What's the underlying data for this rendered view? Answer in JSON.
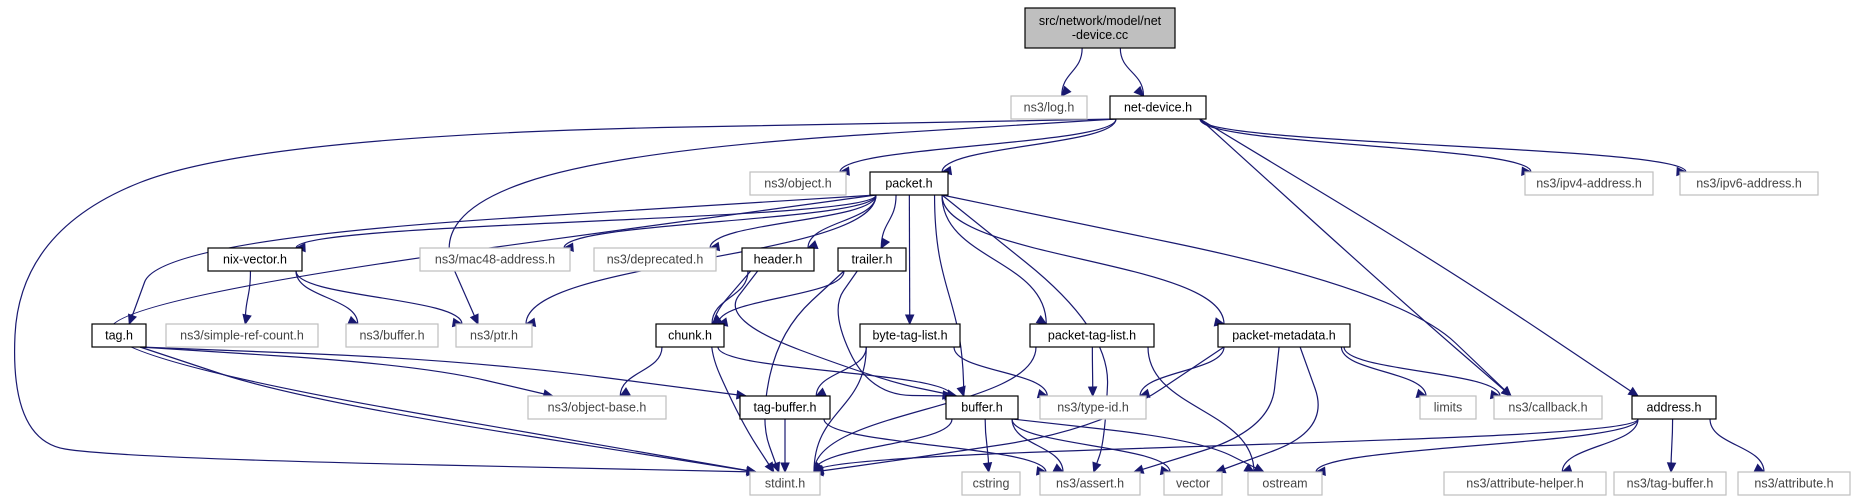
{
  "colors": {
    "edge": "#191970",
    "root_fill": "#bfbfbf",
    "internal_stroke": "#000000",
    "external_stroke": "#bfbfbf",
    "external_text": "#444444",
    "background": "#ffffff"
  },
  "nodes": {
    "root": {
      "lines": [
        "src/network/model/net",
        "-device.cc"
      ],
      "kind": "root"
    },
    "ns3_log_h": {
      "lines": [
        "ns3/log.h"
      ],
      "kind": "external"
    },
    "net_device_h": {
      "lines": [
        "net-device.h"
      ],
      "kind": "internal"
    },
    "ns3_object_h": {
      "lines": [
        "ns3/object.h"
      ],
      "kind": "external"
    },
    "packet_h": {
      "lines": [
        "packet.h"
      ],
      "kind": "internal"
    },
    "ns3_ipv4_address_h": {
      "lines": [
        "ns3/ipv4-address.h"
      ],
      "kind": "external"
    },
    "ns3_ipv6_address_h": {
      "lines": [
        "ns3/ipv6-address.h"
      ],
      "kind": "external"
    },
    "nix_vector_h": {
      "lines": [
        "nix-vector.h"
      ],
      "kind": "internal"
    },
    "ns3_mac48_address_h": {
      "lines": [
        "ns3/mac48-address.h"
      ],
      "kind": "external"
    },
    "ns3_deprecated_h": {
      "lines": [
        "ns3/deprecated.h"
      ],
      "kind": "external"
    },
    "header_h": {
      "lines": [
        "header.h"
      ],
      "kind": "internal"
    },
    "trailer_h": {
      "lines": [
        "trailer.h"
      ],
      "kind": "internal"
    },
    "tag_h": {
      "lines": [
        "tag.h"
      ],
      "kind": "internal"
    },
    "ns3_simple_ref_count_h": {
      "lines": [
        "ns3/simple-ref-count.h"
      ],
      "kind": "external"
    },
    "ns3_buffer_h": {
      "lines": [
        "ns3/buffer.h"
      ],
      "kind": "external"
    },
    "ns3_ptr_h": {
      "lines": [
        "ns3/ptr.h"
      ],
      "kind": "external"
    },
    "chunk_h": {
      "lines": [
        "chunk.h"
      ],
      "kind": "internal"
    },
    "byte_tag_list_h": {
      "lines": [
        "byte-tag-list.h"
      ],
      "kind": "internal"
    },
    "packet_tag_list_h": {
      "lines": [
        "packet-tag-list.h"
      ],
      "kind": "internal"
    },
    "packet_metadata_h": {
      "lines": [
        "packet-metadata.h"
      ],
      "kind": "internal"
    },
    "ns3_object_base_h": {
      "lines": [
        "ns3/object-base.h"
      ],
      "kind": "external"
    },
    "tag_buffer_h": {
      "lines": [
        "tag-buffer.h"
      ],
      "kind": "internal"
    },
    "buffer_h": {
      "lines": [
        "buffer.h"
      ],
      "kind": "internal"
    },
    "ns3_type_id_h": {
      "lines": [
        "ns3/type-id.h"
      ],
      "kind": "external"
    },
    "limits": {
      "lines": [
        "limits"
      ],
      "kind": "external"
    },
    "ns3_callback_h": {
      "lines": [
        "ns3/callback.h"
      ],
      "kind": "external"
    },
    "address_h": {
      "lines": [
        "address.h"
      ],
      "kind": "internal"
    },
    "stdint_h": {
      "lines": [
        "stdint.h"
      ],
      "kind": "external"
    },
    "cstring": {
      "lines": [
        "cstring"
      ],
      "kind": "external"
    },
    "ns3_assert_h": {
      "lines": [
        "ns3/assert.h"
      ],
      "kind": "external"
    },
    "vector": {
      "lines": [
        "vector"
      ],
      "kind": "external"
    },
    "ostream": {
      "lines": [
        "ostream"
      ],
      "kind": "external"
    },
    "ns3_attribute_helper_h": {
      "lines": [
        "ns3/attribute-helper.h"
      ],
      "kind": "external"
    },
    "ns3_tag_buffer_h": {
      "lines": [
        "ns3/tag-buffer.h"
      ],
      "kind": "external"
    },
    "ns3_attribute_h": {
      "lines": [
        "ns3/attribute.h"
      ],
      "kind": "external"
    }
  },
  "edges": [
    [
      "root",
      "ns3_log_h"
    ],
    [
      "root",
      "net_device_h"
    ],
    [
      "net_device_h",
      "ns3_object_h"
    ],
    [
      "net_device_h",
      "packet_h"
    ],
    [
      "net_device_h",
      "ns3_ptr_h"
    ],
    [
      "net_device_h",
      "stdint_h"
    ],
    [
      "net_device_h",
      "ns3_ipv4_address_h"
    ],
    [
      "net_device_h",
      "ns3_ipv6_address_h"
    ],
    [
      "net_device_h",
      "ns3_callback_h"
    ],
    [
      "net_device_h",
      "address_h"
    ],
    [
      "packet_h",
      "nix_vector_h"
    ],
    [
      "packet_h",
      "ns3_mac48_address_h"
    ],
    [
      "packet_h",
      "ns3_deprecated_h"
    ],
    [
      "packet_h",
      "header_h"
    ],
    [
      "packet_h",
      "trailer_h"
    ],
    [
      "packet_h",
      "tag_h"
    ],
    [
      "packet_h",
      "ns3_ptr_h"
    ],
    [
      "packet_h",
      "stdint_h"
    ],
    [
      "packet_h",
      "byte_tag_list_h"
    ],
    [
      "packet_h",
      "packet_tag_list_h"
    ],
    [
      "packet_h",
      "packet_metadata_h"
    ],
    [
      "packet_h",
      "buffer_h"
    ],
    [
      "packet_h",
      "ns3_assert_h"
    ],
    [
      "packet_h",
      "ns3_callback_h"
    ],
    [
      "nix_vector_h",
      "ns3_simple_ref_count_h"
    ],
    [
      "nix_vector_h",
      "ns3_buffer_h"
    ],
    [
      "nix_vector_h",
      "ns3_ptr_h"
    ],
    [
      "header_h",
      "chunk_h"
    ],
    [
      "header_h",
      "buffer_h"
    ],
    [
      "header_h",
      "stdint_h"
    ],
    [
      "trailer_h",
      "chunk_h"
    ],
    [
      "trailer_h",
      "buffer_h"
    ],
    [
      "trailer_h",
      "stdint_h"
    ],
    [
      "tag_h",
      "ns3_object_base_h"
    ],
    [
      "tag_h",
      "tag_buffer_h"
    ],
    [
      "tag_h",
      "stdint_h"
    ],
    [
      "chunk_h",
      "ns3_object_base_h"
    ],
    [
      "chunk_h",
      "buffer_h"
    ],
    [
      "byte_tag_list_h",
      "tag_buffer_h"
    ],
    [
      "byte_tag_list_h",
      "ns3_type_id_h"
    ],
    [
      "byte_tag_list_h",
      "stdint_h"
    ],
    [
      "packet_tag_list_h",
      "ns3_type_id_h"
    ],
    [
      "packet_tag_list_h",
      "stdint_h"
    ],
    [
      "packet_tag_list_h",
      "ostream"
    ],
    [
      "packet_metadata_h",
      "ns3_type_id_h"
    ],
    [
      "packet_metadata_h",
      "limits"
    ],
    [
      "packet_metadata_h",
      "ns3_callback_h"
    ],
    [
      "packet_metadata_h",
      "stdint_h"
    ],
    [
      "packet_metadata_h",
      "ns3_assert_h"
    ],
    [
      "packet_metadata_h",
      "vector"
    ],
    [
      "buffer_h",
      "stdint_h"
    ],
    [
      "buffer_h",
      "cstring"
    ],
    [
      "buffer_h",
      "ns3_assert_h"
    ],
    [
      "buffer_h",
      "vector"
    ],
    [
      "buffer_h",
      "ostream"
    ],
    [
      "tag_buffer_h",
      "stdint_h"
    ],
    [
      "tag_buffer_h",
      "ns3_assert_h"
    ],
    [
      "address_h",
      "stdint_h"
    ],
    [
      "address_h",
      "ostream"
    ],
    [
      "address_h",
      "ns3_attribute_helper_h"
    ],
    [
      "address_h",
      "ns3_tag_buffer_h"
    ],
    [
      "address_h",
      "ns3_attribute_h"
    ]
  ]
}
